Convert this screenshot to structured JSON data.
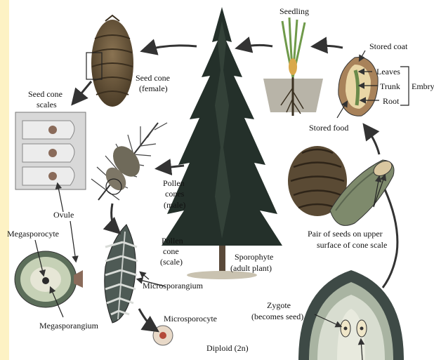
{
  "labels": {
    "seedling": "Seedling",
    "stored_coat": "Stored coat",
    "leaves": "Leaves",
    "trunk": "Trunk",
    "root": "Root",
    "embryo": "Embryo",
    "stored_food": "Stored food",
    "seed_cone_line1": "Seed cone",
    "seed_cone_line2": "(female)",
    "seed_cone_scales_line1": "Seed cone",
    "seed_cone_scales_line2": "scales",
    "pollen_cones_line1": "Pollen",
    "pollen_cones_line2": "cones",
    "pollen_cones_line3": "(male)",
    "ovule": "Ovule",
    "megasporocyte": "Megasporocyte",
    "megasporangium": "Megasporangium",
    "pollen_cone_scale_line1": "Pollen",
    "pollen_cone_scale_line2": "cone",
    "pollen_cone_scale_line3": "(scale)",
    "microsporangium": "Microsporangium",
    "microsporocyte": "Microsporocyte",
    "sporophyte_line1": "Sporophyte",
    "sporophyte_line2": "(adult plant)",
    "pair_of_seeds_line1": "Pair of seeds on upper",
    "pair_of_seeds_line2": "surface of cone scale",
    "zygote_line1": "Zygote",
    "zygote_line2": "(becomes seed)",
    "diploid": "Diploid (2n)"
  },
  "colors": {
    "side_strip": "#fdf2c4",
    "tree_dark": "#1e2a24",
    "tree_mid": "#3b4a40",
    "cone_brown": "#6f5a3c",
    "seed_green": "#8fb08a",
    "arrow": "#333333"
  }
}
